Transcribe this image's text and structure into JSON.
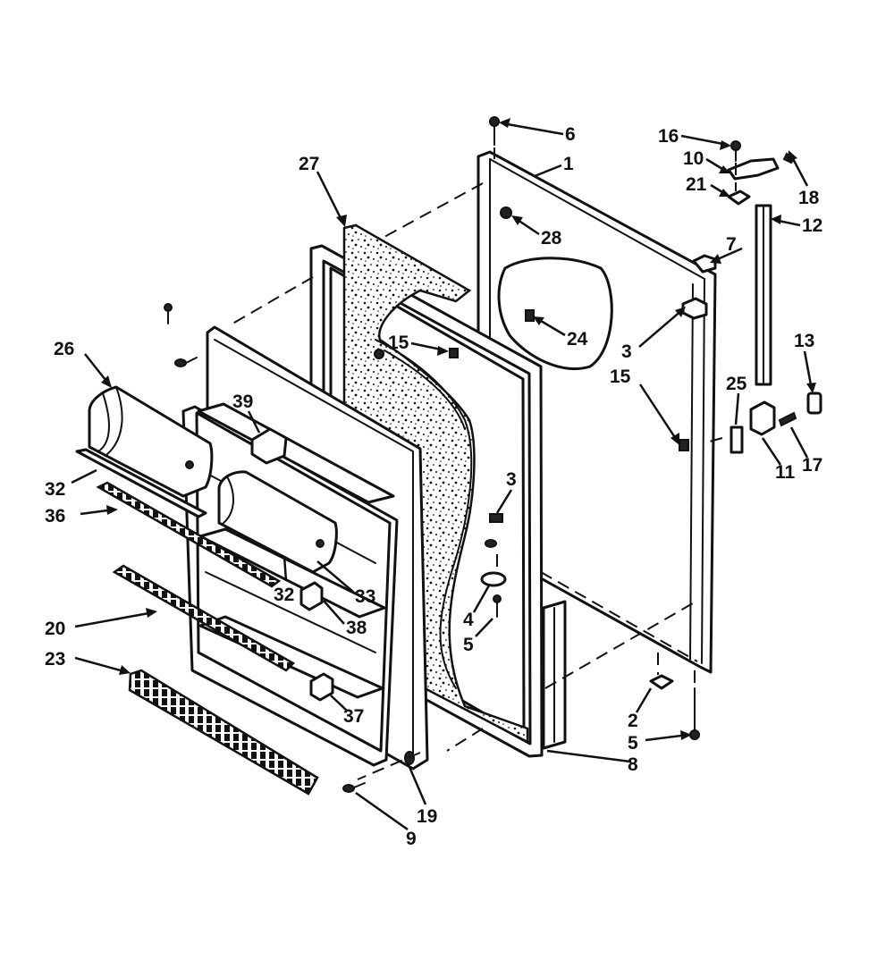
{
  "diagram": {
    "callouts": [
      {
        "id": "c1",
        "text": "1"
      },
      {
        "id": "c2",
        "text": "2"
      },
      {
        "id": "c3a",
        "text": "3"
      },
      {
        "id": "c3b",
        "text": "3"
      },
      {
        "id": "c4",
        "text": "4"
      },
      {
        "id": "c5a",
        "text": "5"
      },
      {
        "id": "c5b",
        "text": "5"
      },
      {
        "id": "c6",
        "text": "6"
      },
      {
        "id": "c7",
        "text": "7"
      },
      {
        "id": "c8",
        "text": "8"
      },
      {
        "id": "c9",
        "text": "9"
      },
      {
        "id": "c10",
        "text": "10"
      },
      {
        "id": "c11",
        "text": "11"
      },
      {
        "id": "c12",
        "text": "12"
      },
      {
        "id": "c13",
        "text": "13"
      },
      {
        "id": "c15a",
        "text": "15"
      },
      {
        "id": "c15b",
        "text": "15"
      },
      {
        "id": "c16",
        "text": "16"
      },
      {
        "id": "c17",
        "text": "17"
      },
      {
        "id": "c18",
        "text": "18"
      },
      {
        "id": "c19",
        "text": "19"
      },
      {
        "id": "c20",
        "text": "20"
      },
      {
        "id": "c21",
        "text": "21"
      },
      {
        "id": "c23",
        "text": "23"
      },
      {
        "id": "c24",
        "text": "24"
      },
      {
        "id": "c25",
        "text": "25"
      },
      {
        "id": "c26",
        "text": "26"
      },
      {
        "id": "c27",
        "text": "27"
      },
      {
        "id": "c28",
        "text": "28"
      },
      {
        "id": "c32a",
        "text": "32"
      },
      {
        "id": "c32b",
        "text": "32"
      },
      {
        "id": "c33",
        "text": "33"
      },
      {
        "id": "c36",
        "text": "36"
      },
      {
        "id": "c37",
        "text": "37"
      },
      {
        "id": "c38",
        "text": "38"
      },
      {
        "id": "c39",
        "text": "39"
      }
    ]
  }
}
